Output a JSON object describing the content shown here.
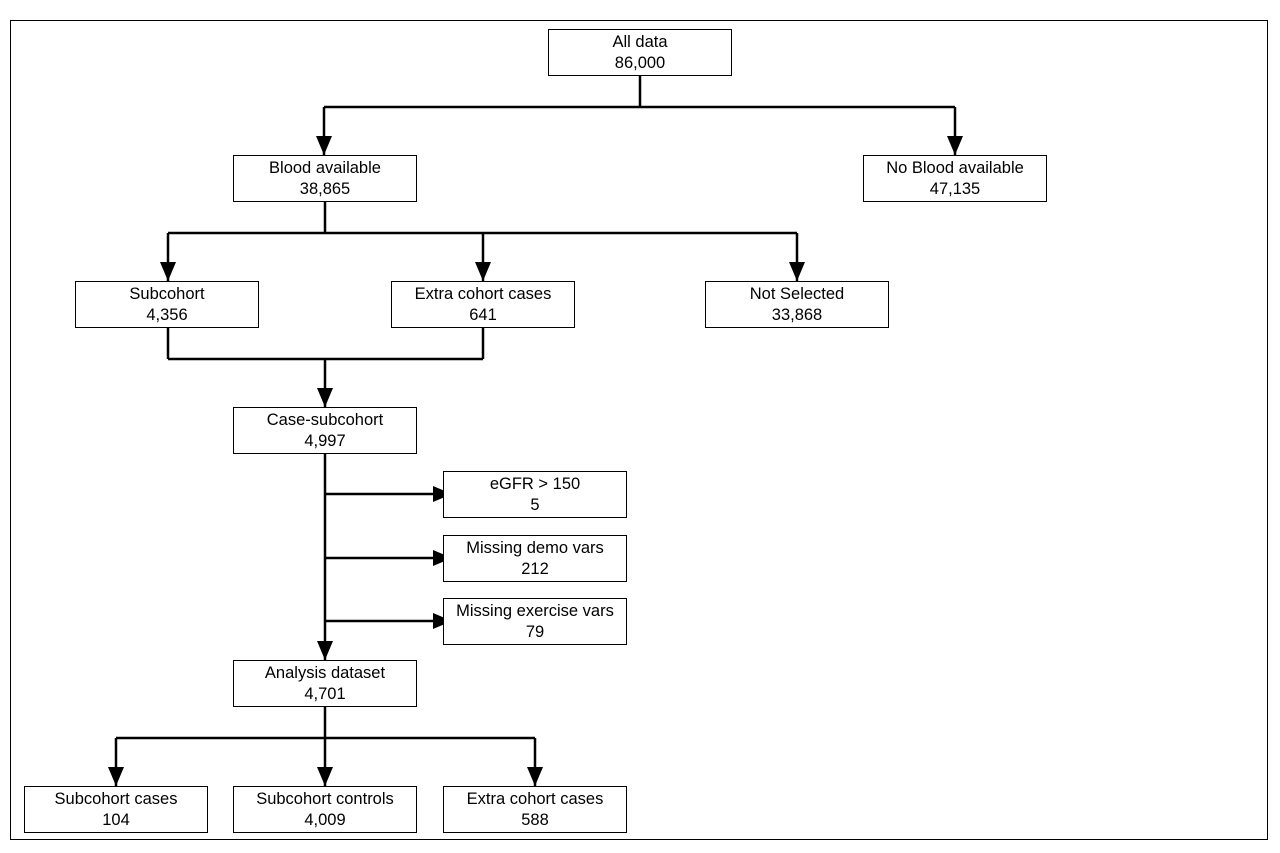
{
  "nodes": {
    "all_data": {
      "label": "All data",
      "count": "86,000"
    },
    "blood_available": {
      "label": "Blood available",
      "count": "38,865"
    },
    "no_blood_available": {
      "label": "No Blood available",
      "count": "47,135"
    },
    "subcohort": {
      "label": "Subcohort",
      "count": "4,356"
    },
    "extra_cohort_cases": {
      "label": "Extra cohort cases",
      "count": "641"
    },
    "not_selected": {
      "label": "Not Selected",
      "count": "33,868"
    },
    "case_subcohort": {
      "label": "Case-subcohort",
      "count": "4,997"
    },
    "egfr_exclusion": {
      "label": "eGFR > 150",
      "count": "5"
    },
    "missing_demo_vars": {
      "label": "Missing demo vars",
      "count": "212"
    },
    "missing_exercise_vars": {
      "label": "Missing exercise vars",
      "count": "79"
    },
    "analysis_dataset": {
      "label": "Analysis dataset",
      "count": "4,701"
    },
    "subcohort_cases": {
      "label": "Subcohort cases",
      "count": "104"
    },
    "subcohort_controls": {
      "label": "Subcohort controls",
      "count": "4,009"
    },
    "final_extra_cohort_cases": {
      "label": "Extra cohort cases",
      "count": "588"
    }
  }
}
